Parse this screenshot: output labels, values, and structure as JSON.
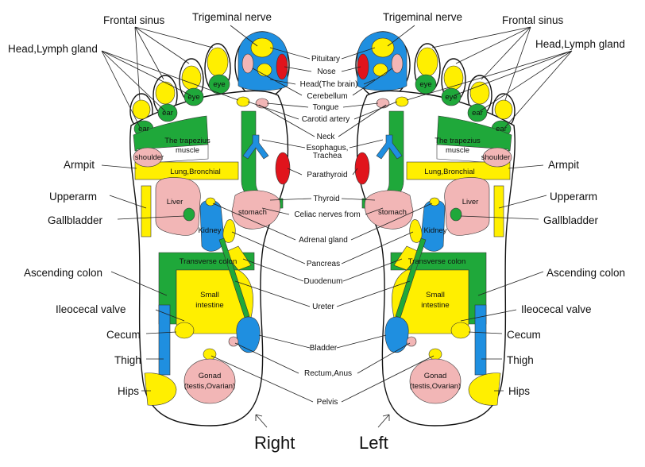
{
  "colors": {
    "yellow": "#ffef00",
    "green": "#1fa83a",
    "blue": "#1f8fe0",
    "pink": "#f2b6b6",
    "red": "#e1141c",
    "outline": "#111111"
  },
  "footer": {
    "right": "Right",
    "left": "Left"
  },
  "outer_labels": {
    "frontal_sinus": "Frontal sinus",
    "trigeminal_nerve": "Trigeminal nerve",
    "head_lymph": "Head,Lymph gland",
    "armpit": "Armpit",
    "upperarm": "Upperarm",
    "gallbladder": "Gallbladder",
    "ascending_colon": "Ascending colon",
    "ileocecal": "Ileocecal valve",
    "cecum": "Cecum",
    "thigh": "Thigh",
    "hips": "Hips"
  },
  "center_labels": {
    "pituitary": "Pituitary",
    "nose": "Nose",
    "head_brain": "Head(The brain)",
    "cerebellum": "Cerebellum",
    "tongue": "Tongue",
    "carotid": "Carotid artery",
    "neck": "Neck",
    "esophagus_1": "Esophagus,",
    "esophagus_2": "Trachea",
    "parathyroid": "Parathyroid",
    "thyroid": "Thyroid",
    "celiac": "Celiac nerves from",
    "adrenal": "Adrenal gland",
    "pancreas": "Pancreas",
    "duodenum": "Duodenum",
    "ureter": "Ureter",
    "bladder": "Bladder",
    "rectum": "Rectum,Anus",
    "pelvis": "Pelvis"
  },
  "zone_labels": {
    "eye": "eye",
    "ear": "ear",
    "trapezius_1": "The trapezius",
    "trapezius_2": "muscle",
    "shoulder": "shoulder",
    "lung": "Lung,Bronchial",
    "liver": "Liver",
    "stomach": "stomach",
    "kidney": "Kidney",
    "transverse": "Transverse colon",
    "small_1": "Small",
    "small_2": "intestine",
    "gonad_1": "Gonad",
    "gonad_2": "(testis,Ovarian)"
  }
}
